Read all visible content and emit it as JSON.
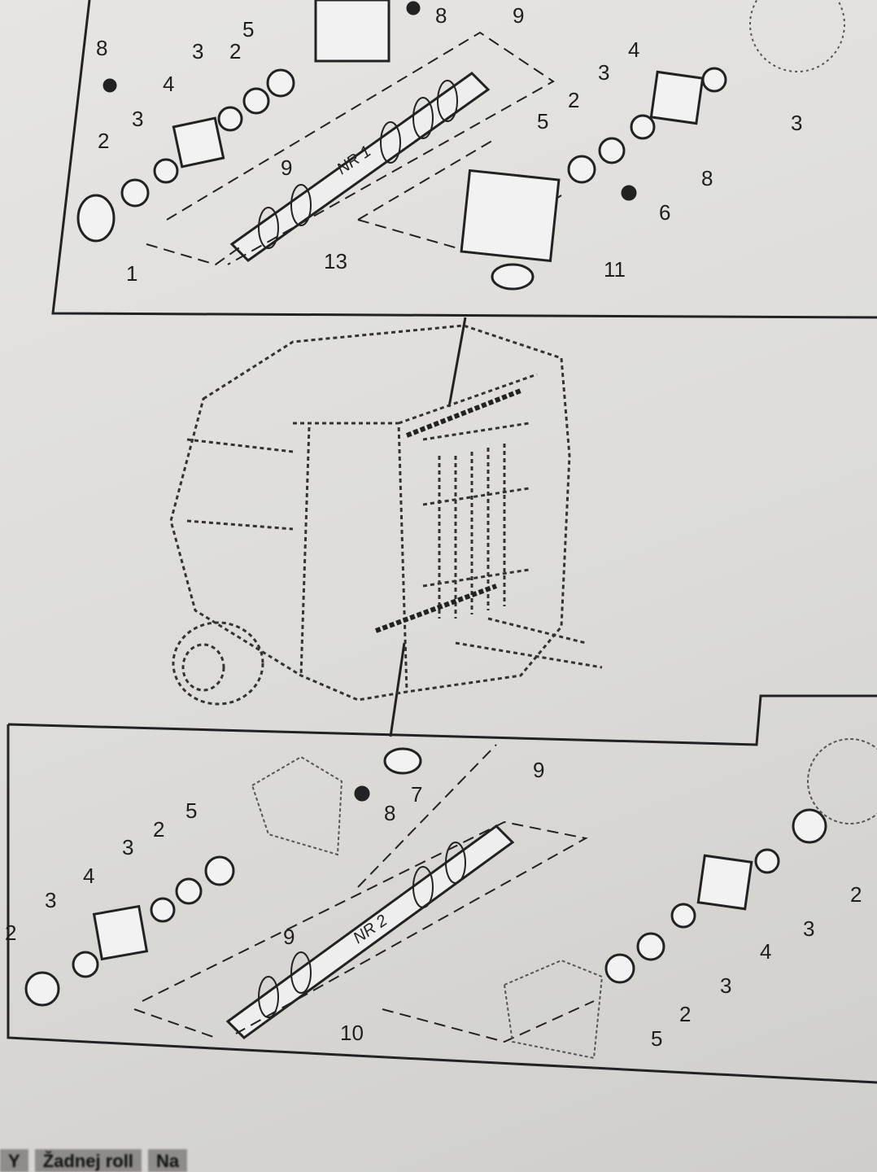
{
  "top_panel": {
    "roller_marking": "NR 1",
    "callouts": [
      "8",
      "9",
      "8",
      "5",
      "3",
      "2",
      "4",
      "3",
      "2",
      "9",
      "13",
      "1",
      "4",
      "3",
      "2",
      "5",
      "3",
      "8",
      "6",
      "11"
    ]
  },
  "bottom_panel": {
    "roller_marking": "NR 2",
    "callouts": [
      "7",
      "8",
      "9",
      "5",
      "2",
      "3",
      "4",
      "3",
      "2",
      "9",
      "10",
      "2",
      "3",
      "4",
      "3",
      "2",
      "5"
    ]
  },
  "footer": {
    "tabs": [
      "Y",
      "Žadnej roll",
      "Na"
    ]
  }
}
